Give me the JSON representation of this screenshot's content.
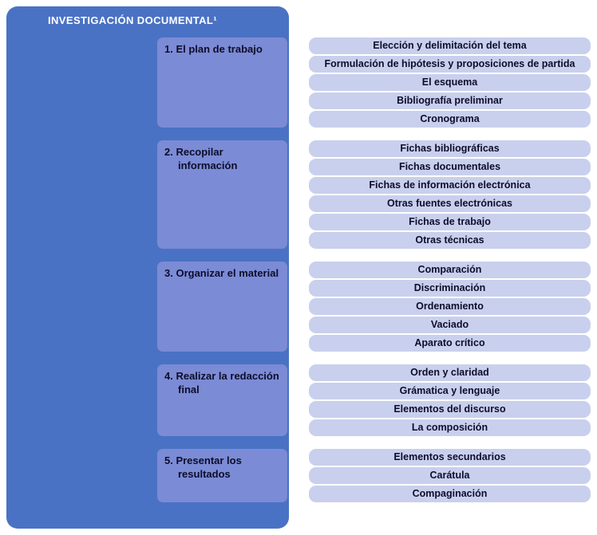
{
  "title": "INVESTIGACIÓN DOCUMENTAL¹",
  "colors": {
    "main_panel": "#4a72c4",
    "step_box": "#7b8bd5",
    "item_box": "#c9d0ed",
    "text_dark": "#0d0d2b",
    "title_text": "#ffffff"
  },
  "groups": [
    {
      "label": "1. El plan de trabajo",
      "items": [
        "Elección y delimitación del tema",
        "Formulación de hipótesis y proposiciones de partida",
        "El esquema",
        "Bibliografía preliminar",
        "Cronograma"
      ]
    },
    {
      "label": "2. Recopilar información",
      "items": [
        "Fichas bibliográficas",
        "Fichas documentales",
        "Fichas de información electrónica",
        "Otras fuentes electrónicas",
        "Fichas de trabajo",
        "Otras técnicas"
      ]
    },
    {
      "label": "3. Organizar el material",
      "items": [
        "Comparación",
        "Discriminación",
        "Ordenamiento",
        "Vaciado",
        "Aparato crítico"
      ]
    },
    {
      "label": "4. Realizar la redacción final",
      "items": [
        "Orden y claridad",
        "Grámatica y lenguaje",
        "Elementos del discurso",
        "La composición"
      ]
    },
    {
      "label": "5. Presentar los resultados",
      "items": [
        "Elementos secundarios",
        "Carátula",
        "Compaginación"
      ]
    }
  ]
}
